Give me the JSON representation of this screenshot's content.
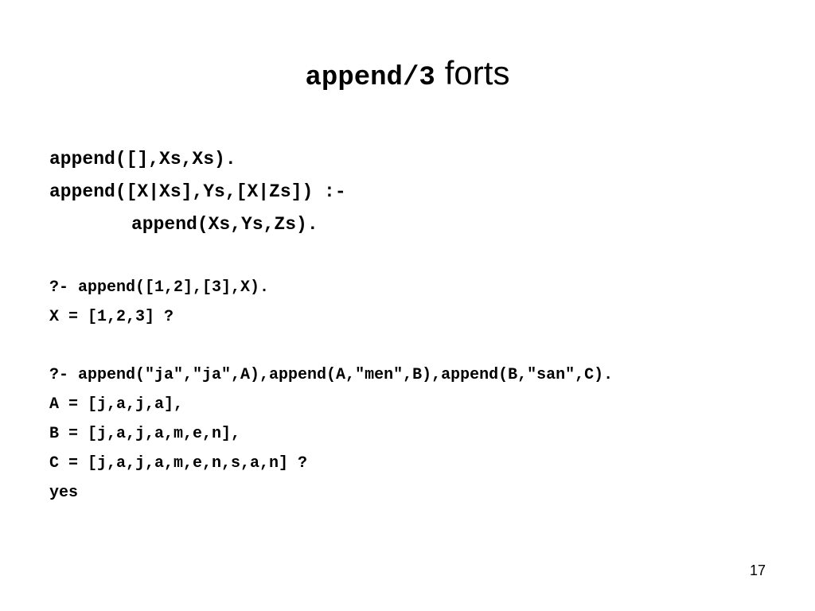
{
  "slide": {
    "title_code": "append/3",
    "title_word": "forts",
    "definition": {
      "line1": "append([],Xs,Xs).",
      "line2": "append([X|Xs],Ys,[X|Zs]) :-",
      "line3": "append(Xs,Ys,Zs)."
    },
    "query1": {
      "query": "?- append([1,2],[3],X).",
      "answer": "X = [1,2,3] ?"
    },
    "query2": {
      "query": "?- append(\"ja\",\"ja\",A),append(A,\"men\",B),append(B,\"san\",C).",
      "answer_a": "A = [j,a,j,a],",
      "answer_b": "B = [j,a,j,a,m,e,n],",
      "answer_c": "C = [j,a,j,a,m,e,n,s,a,n] ?",
      "result": "yes"
    },
    "page_number": "17"
  }
}
